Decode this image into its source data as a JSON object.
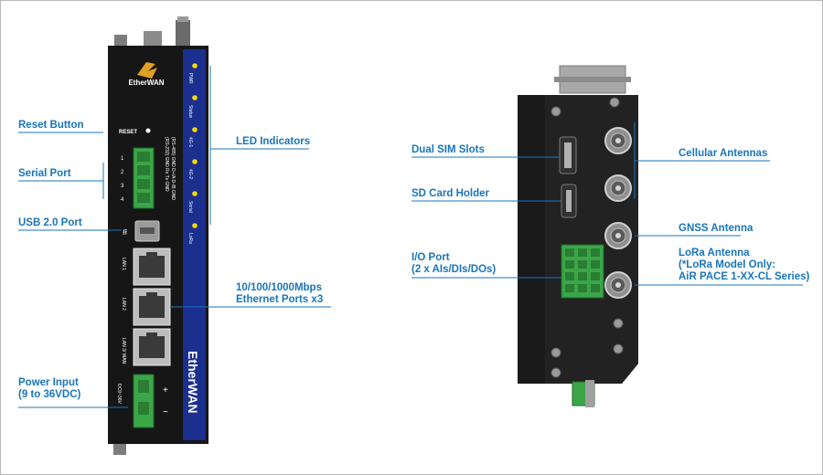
{
  "device_text": {
    "brand": "EtherWAN",
    "reset": "RESET",
    "led_labels": [
      "PWR",
      "Status",
      "4G-1",
      "4G-2",
      "Serial",
      "LoRa"
    ],
    "serial_pinout": [
      "(RS-232) GND Rx Tx GND",
      "(RS-485) GND D+/A D-/B GND"
    ],
    "serial_pins": [
      "1",
      "2",
      "3",
      "4"
    ],
    "lan_labels": [
      "LAN 1",
      "LAN 2",
      "LAN 3/ WAN"
    ],
    "dc_label": "DC9~36V",
    "plus": "+",
    "minus": "−"
  },
  "callouts": {
    "reset_button": "Reset Button",
    "serial_port": "Serial Port",
    "usb_port": "USB 2.0 Port",
    "power_input": [
      "Power Input",
      "(9 to 36VDC)"
    ],
    "led_indicators": "LED Indicators",
    "ethernet_ports": [
      "10/100/1000Mbps",
      "Ethernet Ports x3"
    ],
    "dual_sim": "Dual SIM Slots",
    "sd_card": "SD Card Holder",
    "io_port": [
      "I/O Port",
      "(2 x AIs/DIs/DOs)"
    ],
    "cellular_antennas": "Cellular Antennas",
    "gnss_antenna": "GNSS Antenna",
    "lora_antenna": [
      "LoRa Antenna",
      "(*LoRa Model Only:",
      "AiR PACE 1-XX-CL Series)"
    ]
  },
  "colors": {
    "callout": "#1a75bb",
    "device_body": "#161616",
    "front_panel": "#1b2f8f",
    "led": "#f5d90a",
    "terminal_green": "#3aa648"
  }
}
